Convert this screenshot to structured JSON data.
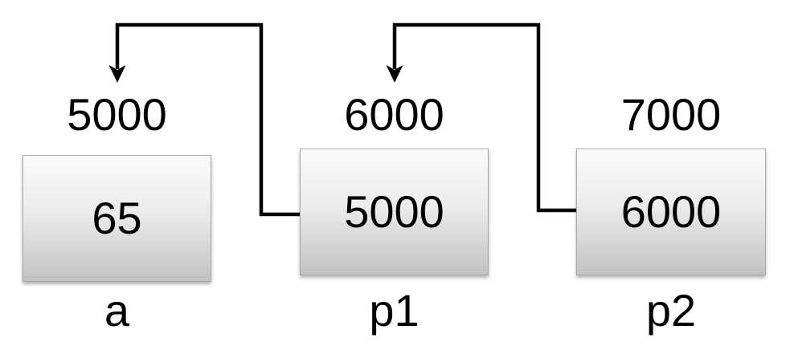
{
  "diagram": {
    "cells": [
      {
        "address": "5000",
        "value": "65",
        "label": "a"
      },
      {
        "address": "6000",
        "value": "5000",
        "label": "p1"
      },
      {
        "address": "7000",
        "value": "6000",
        "label": "p2"
      }
    ],
    "arrows": [
      {
        "from": "p1",
        "to_address": "5000"
      },
      {
        "from": "p2",
        "to_address": "6000"
      }
    ],
    "colors": {
      "arrow": "#000000",
      "box_gradient_top": "#fafafa",
      "box_gradient_bottom": "#c2c2c2",
      "box_border": "#a9a9a9",
      "text": "#000000",
      "background": "#ffffff"
    }
  }
}
